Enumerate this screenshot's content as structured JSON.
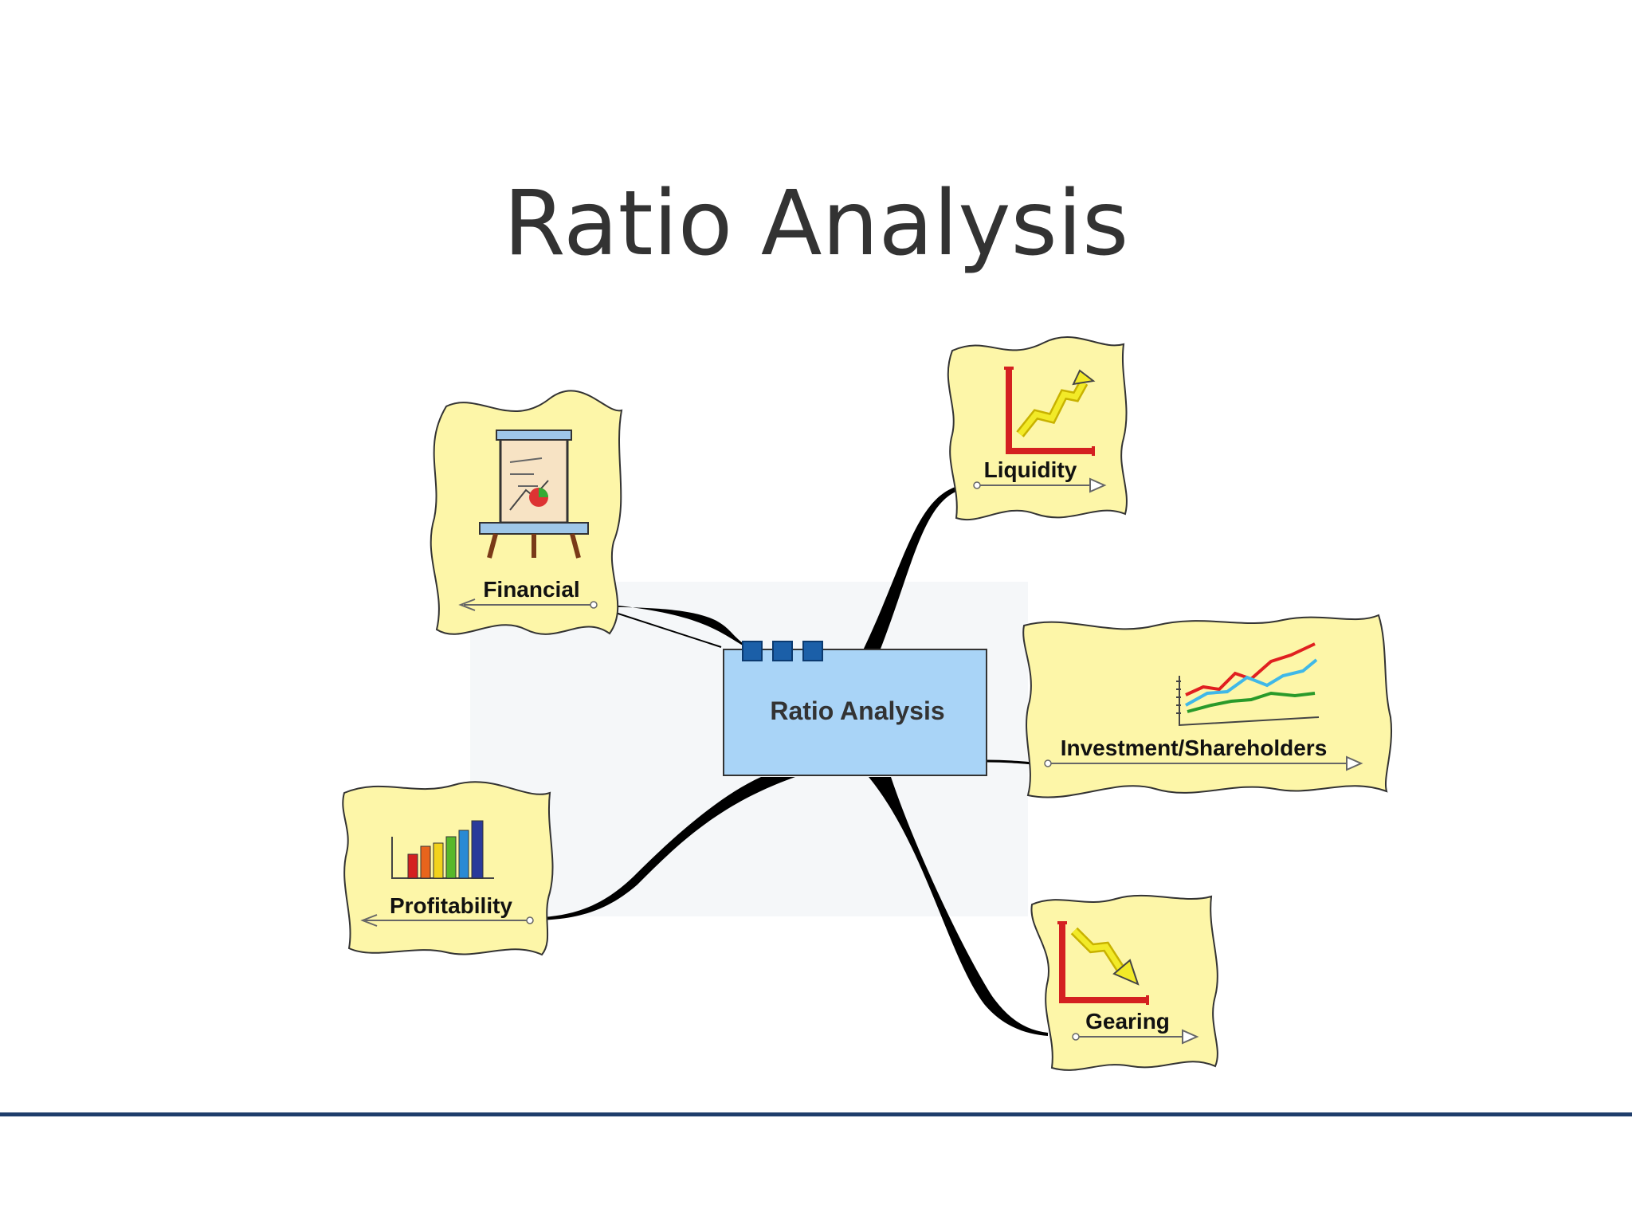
{
  "slide": {
    "title": "Ratio Analysis"
  },
  "mind_map": {
    "central_topic": "Ratio Analysis",
    "topics": [
      {
        "id": "financial",
        "label": "Financial",
        "icon": "easel-chart-icon"
      },
      {
        "id": "liquidity",
        "label": "Liquidity",
        "icon": "rising-arrow-chart-icon"
      },
      {
        "id": "investment",
        "label": "Investment/Shareholders",
        "icon": "multi-line-chart-icon"
      },
      {
        "id": "profitability",
        "label": "Profitability",
        "icon": "bar-chart-icon"
      },
      {
        "id": "gearing",
        "label": "Gearing",
        "icon": "falling-arrow-chart-icon"
      }
    ]
  },
  "colors": {
    "topic_fill": "#fdf6a8",
    "central_fill": "#a9d4f7",
    "central_tabs": "#1b5fa8",
    "branch": "#000000",
    "footer_rule": "#1f3d6b",
    "title_text": "#333333"
  }
}
